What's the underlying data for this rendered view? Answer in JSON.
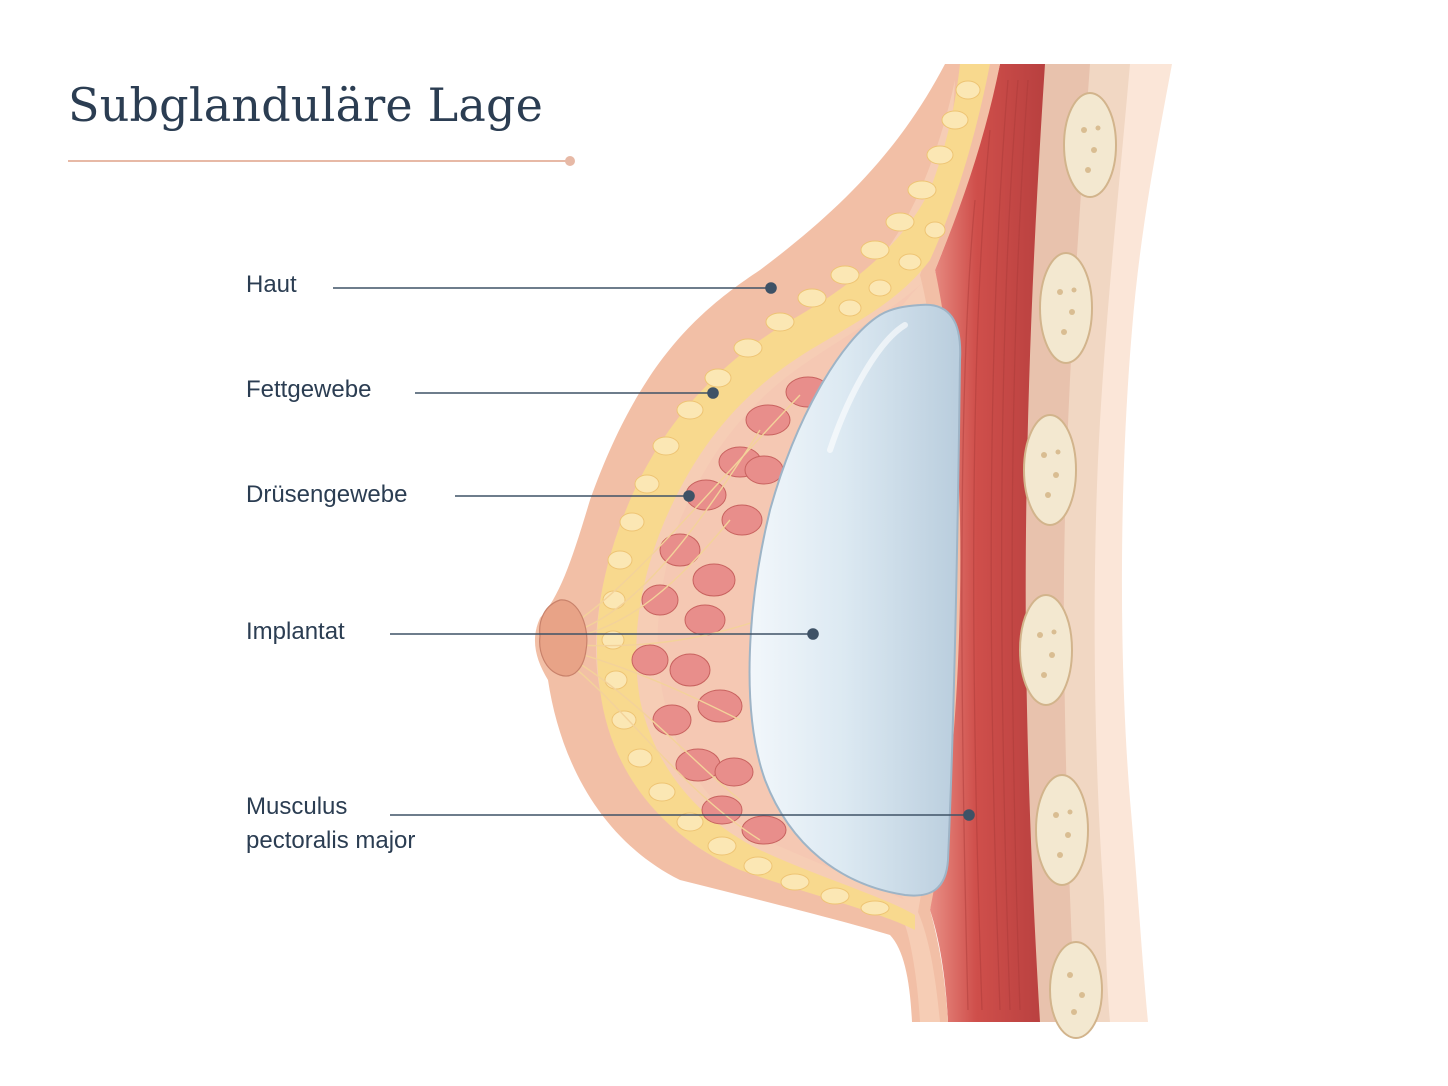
{
  "title": "Subglanduläre Lage",
  "labels": {
    "haut": "Haut",
    "fettgewebe": "Fettgewebe",
    "druesengewebe": "Drüsengewebe",
    "implantat": "Implantat",
    "muskel_line1": "Musculus",
    "muskel_line2": "pectoralis major"
  },
  "colors": {
    "text": "#2b3d52",
    "accent_rule": "#e7b9a6",
    "skin": "#f3c4ab",
    "fat": "#f9dea0",
    "gland": "#e79a96",
    "implant": "#dde9f1",
    "muscle": "#cf5a53",
    "rib": "#efe4cc"
  }
}
